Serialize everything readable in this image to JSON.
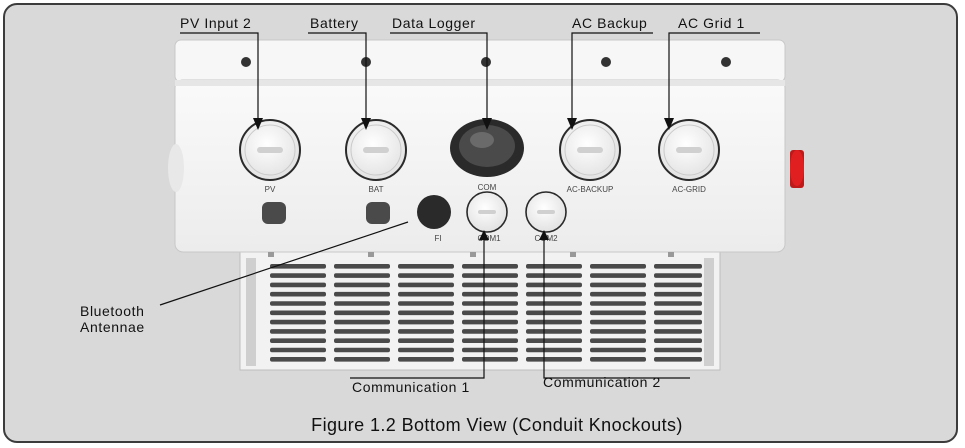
{
  "callouts": {
    "pv_input_2": "PV Input 2",
    "battery": "Battery",
    "data_logger": "Data Logger",
    "ac_backup": "AC Backup",
    "ac_grid_1": "AC Grid 1",
    "bluetooth_line1": "Bluetooth",
    "bluetooth_line2": "Antennae",
    "communication_1": "Communication 1",
    "communication_2": "Communication 2"
  },
  "port_labels": {
    "pv": "PV",
    "bat": "BAT",
    "com": "COM",
    "ac_backup": "AC-BACKUP",
    "ac_grid": "AC-GRID",
    "fi": "FI",
    "com1": "COM1",
    "com2": "COM2"
  },
  "caption": "Figure 1.2 Bottom View (Conduit Knockouts)",
  "colors": {
    "background": "#d9d9d9",
    "frame_border": "#3c3c3c",
    "body": "#f4f4f4",
    "heatsink_fins": "#4a4a4a",
    "red_switch": "#e02020"
  }
}
